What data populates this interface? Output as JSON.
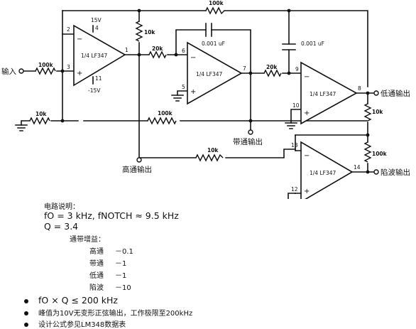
{
  "schematic": {
    "input_label": "输入",
    "outputs": {
      "highpass": "高通输出",
      "bandpass": "带通输出",
      "lowpass": "低通输出",
      "notch": "陷波输出"
    },
    "opamp_label": "1/4 LF347",
    "supplies": {
      "pos": "15V",
      "neg": "-15V"
    },
    "resistors": {
      "r_in": "100k",
      "r_gnd": "10k",
      "r_fb1": "10k",
      "r_int1": "20k",
      "r_top": "100k",
      "r_long": "100k",
      "r_int2": "20k",
      "r_lp": "10k",
      "r_notch_in": "10k",
      "r_notch_fb": "100k"
    },
    "capacitors": {
      "c1": "0.001 uF",
      "c2": "0.001 uF"
    },
    "pins": {
      "u1": {
        "inv": "2",
        "noninv": "3",
        "out": "1",
        "vpos": "4",
        "vneg": "11",
        "inv_top": "2"
      },
      "u2": {
        "inv": "6",
        "noninv": "5",
        "out": "7"
      },
      "u3": {
        "inv": "9",
        "noninv": "10",
        "out": "8"
      },
      "u4": {
        "inv": "13",
        "noninv": "12",
        "out": "14"
      }
    }
  },
  "notes": {
    "title": "电路说明：",
    "f0_line": "fO = 3 kHz, fNOTCH ≈ 9.5 kHz",
    "q_line": "Q = 3.4",
    "gain_title": "通带增益：",
    "gains": [
      {
        "name": "高通",
        "value": "－0.1"
      },
      {
        "name": "带通",
        "value": "－1"
      },
      {
        "name": "低通",
        "value": "－1"
      },
      {
        "name": "陷波",
        "value": "－10"
      }
    ],
    "bullets": [
      "fO × Q ≤ 200 kHz",
      "峰值为10V无变形正弦输出，工作极限至200kHz",
      "设计公式参见LM348数据表"
    ]
  }
}
